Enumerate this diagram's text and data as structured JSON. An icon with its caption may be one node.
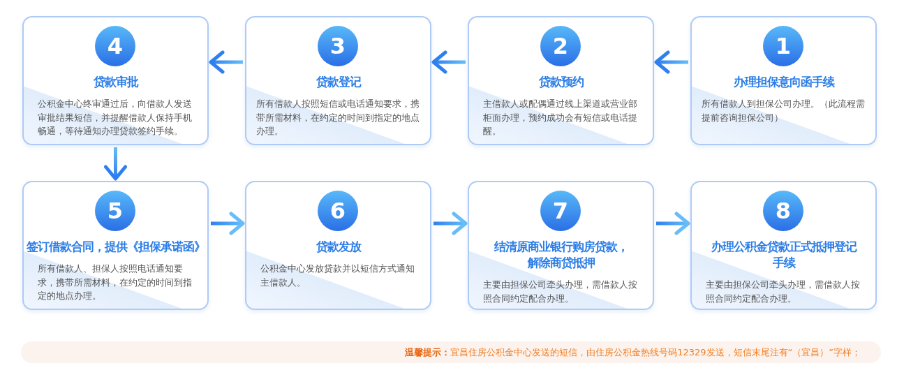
{
  "diagram": {
    "nodes": [
      {
        "text": [
          "办理担保意向函手续",
          "所有借款人到担保公司办理。（此流程需提前咨询担保公司）"
        ]
      },
      {
        "text": [
          "1"
        ],
        "in": 0
      },
      {
        "text": [
          "贷款预约",
          "主借款人或配偶通过线上渠道或营业部柜面办理，预约成功会有短信或电话提醒。"
        ]
      },
      {
        "text": [
          "2"
        ],
        "in": 2
      },
      {
        "text": [
          "贷款登记",
          "所有借款人按照短信或电话通知要求，携带所需材料，在约定的时间到指定的地点办理。"
        ]
      },
      {
        "text": [
          "3"
        ],
        "in": 4
      },
      {
        "text": [
          "贷款审批",
          "公积金中心终审通过后，向借款人发送审批结果短信，并提醒借款人保持手机畅通，等待通知办理贷款签约手续。"
        ]
      },
      {
        "text": [
          "4"
        ],
        "in": 6
      },
      {
        "text": [
          "签订借款合同，提供《担保承诺函》",
          "所有借款人、担保人按照电话通知要求，携带所需材料，在约定的时间到指定的地点办理。"
        ]
      },
      {
        "text": [
          "5"
        ],
        "in": 8
      },
      {
        "text": [
          "贷款发放",
          "公积金中心发放贷款并以短信方式通知主借款人。"
        ]
      },
      {
        "text": [
          "6"
        ],
        "in": 10
      },
      {
        "text": [
          "结清原商业银行购房贷款，解除商贷抵押",
          "主要由担保公司牵头办理，需借款人按照合同约定配合办理。"
        ]
      },
      {
        "text": [
          "7"
        ],
        "in": 12
      },
      {
        "text": [
          "办理公积金贷款正式抵押登记手续",
          "主要由担保公司牵头办理，需借款人按照合同约定配合办理。"
        ]
      },
      {
        "text": [
          "8"
        ],
        "in": 14
      },
      {
        "text": [
          "**温馨提示：**宜昌住房公积金中心发送的短信，由住房公积金热线号码12329发送，短信末尾注有“（宜昌）”字样；"
        ]
      }
    ],
    "edges": [
      {
        "from": 0,
        "to": 2,
        "arrow": "to"
      },
      {
        "from": 2,
        "to": 4,
        "arrow": "to"
      },
      {
        "from": 4,
        "to": 6,
        "arrow": "to"
      },
      {
        "from": 6,
        "to": 8,
        "arrow": "to"
      },
      {
        "from": 8,
        "to": 10,
        "arrow": "to"
      },
      {
        "from": 10,
        "to": 12,
        "arrow": "to"
      },
      {
        "from": 12,
        "to": 14,
        "arrow": "to"
      }
    ]
  }
}
